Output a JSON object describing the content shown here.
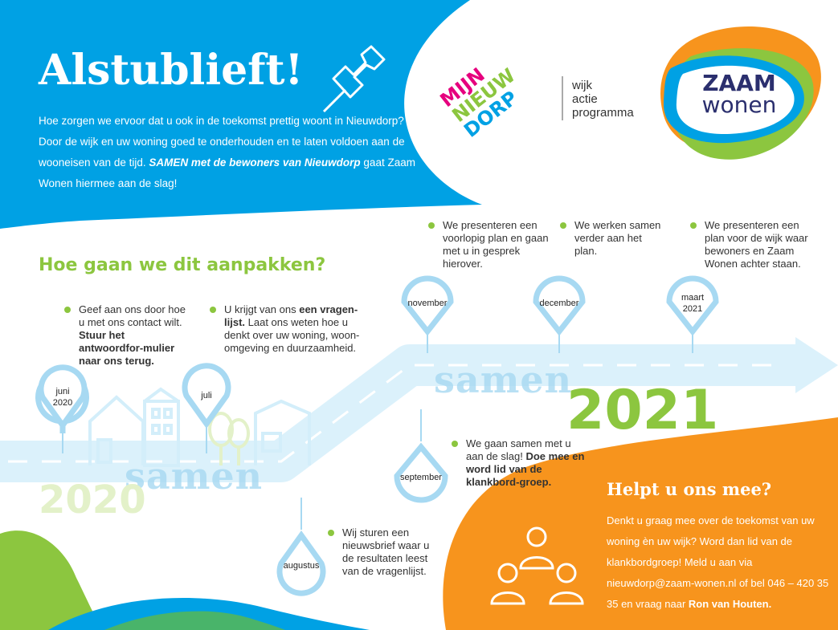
{
  "header": {
    "title": "Alstublieft!",
    "intro_1": "Hoe zorgen we ervoor dat u ook in de toekomst prettig woont in Nieuwdorp? Door de wijk en uw woning goed te onderhouden en te laten voldoen aan de wooneisen van de tijd.",
    "intro_bold": "SAMEN met de bewoners van Nieuwdorp",
    "intro_2": "gaat Zaam Wonen hiermee aan de slag!"
  },
  "logos": {
    "mijn": "MIJN",
    "nieuw": "NIEUW",
    "dorp": "DORP",
    "program_lines": [
      "wijk",
      "actie",
      "programma"
    ],
    "zaam": "ZAAM",
    "wonen": "wonen"
  },
  "section_title": "Hoe gaan we dit aanpakken?",
  "timeline": {
    "road_word": "samen",
    "year_start": "2020",
    "year_end": "2021",
    "pins": [
      {
        "label": "juni\n2020"
      },
      {
        "label": "juli"
      },
      {
        "label": "augustus"
      },
      {
        "label": "september"
      },
      {
        "label": "november"
      },
      {
        "label": "december"
      },
      {
        "label": "maart\n2021"
      }
    ],
    "bullets": {
      "juni_a": "Geef aan ons door hoe u met ons contact wilt.",
      "juni_b": "Stuur het antwoordfor-mulier naar ons terug.",
      "juli_a": "U krijgt van ons",
      "juli_b": "een vragen-lijst.",
      "juli_c": "Laat ons weten hoe u denkt over uw woning, woon-omgeving en duurzaamheid.",
      "augustus": "Wij sturen een nieuwsbrief waar u de resultaten leest van de vragenlijst.",
      "september_a": "We gaan samen met u aan de slag!",
      "september_b": "Doe mee en word lid van de klankbord-groep.",
      "november": "We presenteren een voorlopig plan en gaan met u in gesprek hierover.",
      "december": "We werken samen verder aan het plan.",
      "maart": "We presenteren een plan voor de wijk waar bewoners en Zaam Wonen achter staan."
    }
  },
  "help": {
    "title": "Helpt u ons mee?",
    "text": "Denkt u graag mee over de toekomst van uw woning èn uw wijk? Word dan lid van de klankbordgroep! Meld u aan via nieuwdorp@zaam-wonen.nl of bel 046 – 420 35 35 en vraag naar",
    "contact": "Ron van Houten."
  },
  "colors": {
    "blue": "#00a1e4",
    "green": "#8cc63f",
    "orange": "#f7941d",
    "light_blue": "#bfe6f8",
    "navy": "#2b2f6e"
  }
}
